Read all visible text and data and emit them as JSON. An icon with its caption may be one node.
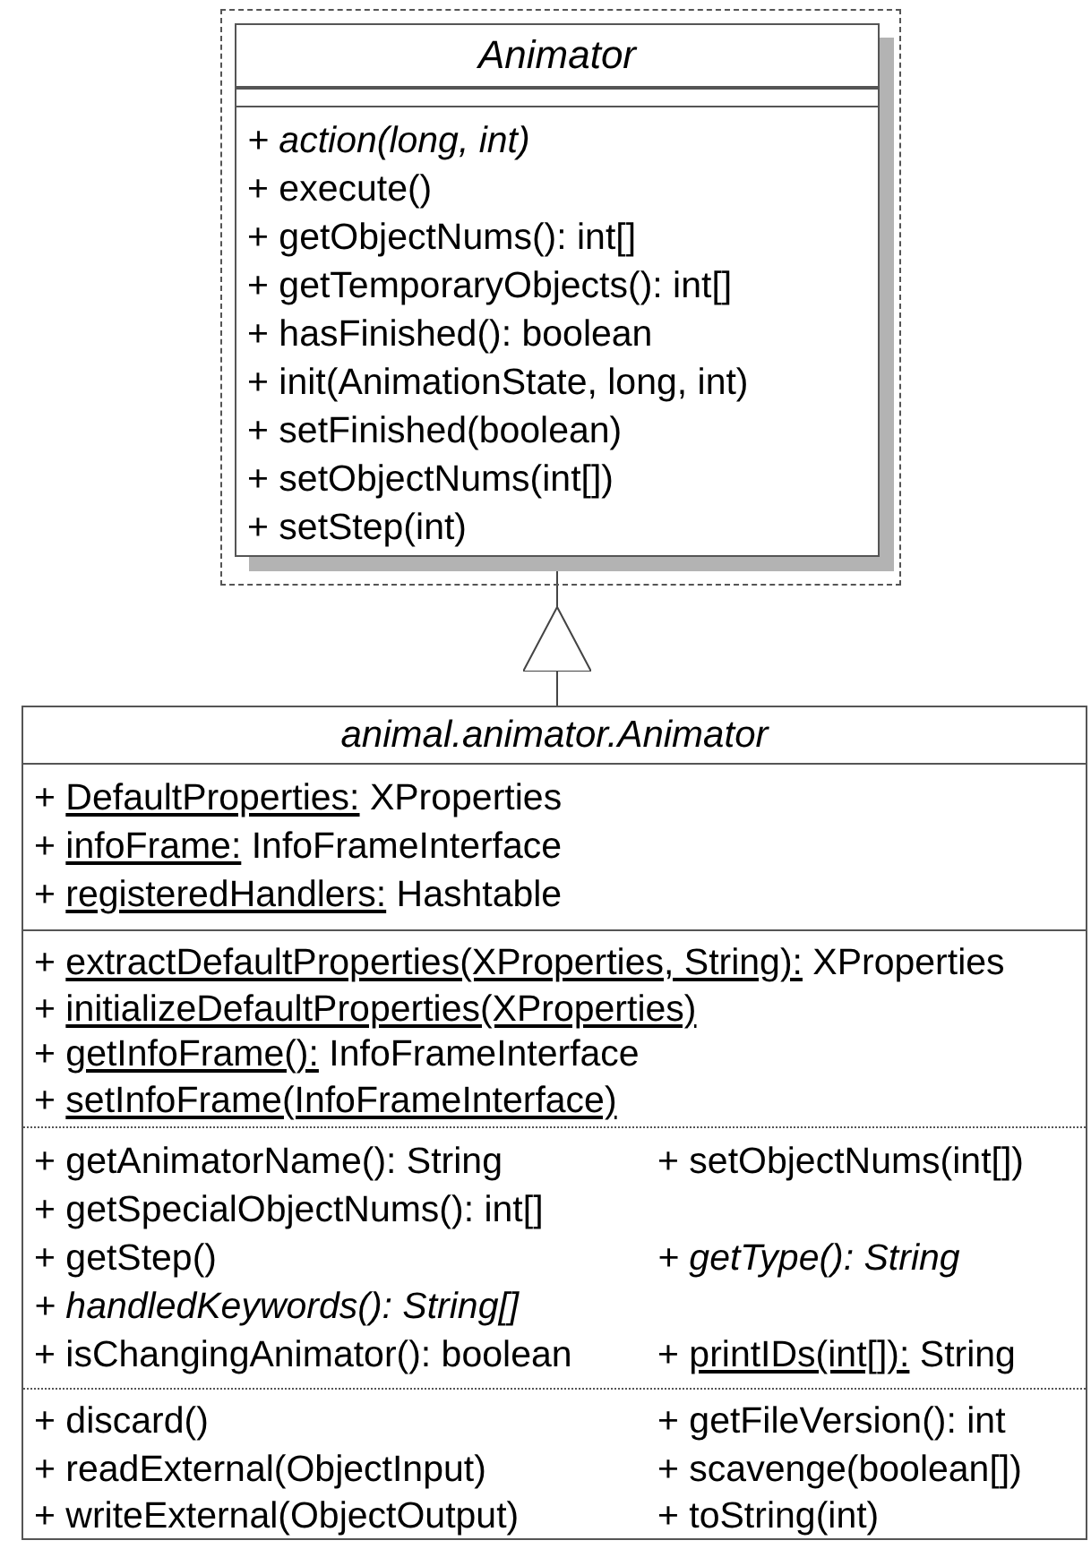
{
  "diagram": {
    "nodes": [
      {
        "text": [],
        "shape": "box"
      },
      {
        "text": [
          "Animator",
          "+ action(long, int)",
          "+ execute()",
          "+ getObjectNums(): int[]",
          "+ getTemporaryObjects(): int[]",
          "+ hasFinished(): boolean",
          "+ init(AnimationState, long, int)",
          "+ setFinished(boolean)",
          "+ setObjectNums(int[])",
          "+ setStep(int)"
        ],
        "in": 0
      },
      {
        "text": [
          "animal.animator.Animator",
          "+ DefaultProperties: XProperties",
          "+ infoFrame: InfoFrameInterface",
          "+ registeredHandlers: Hashtable",
          "+ extractDefaultProperties(XProperties, String): XProperties",
          "+ initializeDefaultProperties(XProperties)",
          "+ getInfoFrame(): InfoFrameInterface",
          "+ setInfoFrame(InfoFrameInterface)",
          "+ getAnimatorName(): String",
          "+ setObjectNums(int[])",
          "+ getSpecialObjectNums(): int[]",
          "+ getStep()",
          "+ getType(): String",
          "+ handledKeywords(): String[]",
          "+ isChangingAnimator(): boolean",
          "+ printIDs(int[]): String",
          "+ discard()",
          "+ getFileVersion(): int",
          "+ readExternal(ObjectInput)",
          "+ scavenge(boolean[])",
          "+ writeExternal(ObjectOutput)",
          "+ toString(int)"
        ]
      }
    ],
    "edges": [
      {
        "from": 2,
        "to": 1,
        "arrow": "to"
      }
    ]
  }
}
